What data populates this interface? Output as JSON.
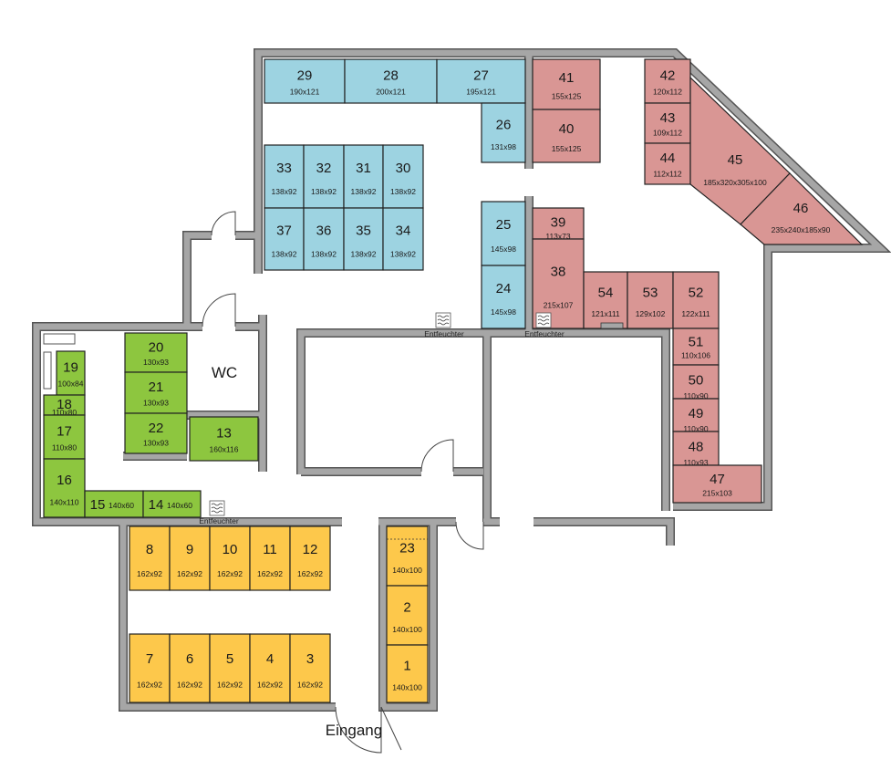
{
  "colors": {
    "blue": "#9dd3e1",
    "red": "#d99694",
    "green": "#8dc63f",
    "yellow": "#fdc84b",
    "wall": "#a6a6a6"
  },
  "labels": {
    "wc": "WC",
    "entrance": "Eingang",
    "dehumidifier": "Entfeuchter"
  },
  "units": [
    {
      "n": "29",
      "dims": "190x121",
      "group": "blue"
    },
    {
      "n": "28",
      "dims": "200x121",
      "group": "blue"
    },
    {
      "n": "27",
      "dims": "195x121",
      "group": "blue"
    },
    {
      "n": "26",
      "dims": "131x98",
      "group": "blue"
    },
    {
      "n": "33",
      "dims": "138x92",
      "group": "blue"
    },
    {
      "n": "32",
      "dims": "138x92",
      "group": "blue"
    },
    {
      "n": "31",
      "dims": "138x92",
      "group": "blue"
    },
    {
      "n": "30",
      "dims": "138x92",
      "group": "blue"
    },
    {
      "n": "37",
      "dims": "138x92",
      "group": "blue"
    },
    {
      "n": "36",
      "dims": "138x92",
      "group": "blue"
    },
    {
      "n": "35",
      "dims": "138x92",
      "group": "blue"
    },
    {
      "n": "34",
      "dims": "138x92",
      "group": "blue"
    },
    {
      "n": "25",
      "dims": "145x98",
      "group": "blue"
    },
    {
      "n": "24",
      "dims": "145x98",
      "group": "blue"
    },
    {
      "n": "41",
      "dims": "155x125",
      "group": "red"
    },
    {
      "n": "40",
      "dims": "155x125",
      "group": "red"
    },
    {
      "n": "42",
      "dims": "120x112",
      "group": "red"
    },
    {
      "n": "43",
      "dims": "109x112",
      "group": "red"
    },
    {
      "n": "44",
      "dims": "112x112",
      "group": "red"
    },
    {
      "n": "45",
      "dims": "185x320x305x100",
      "group": "red"
    },
    {
      "n": "46",
      "dims": "235x240x185x90",
      "group": "red"
    },
    {
      "n": "39",
      "dims": "113x73",
      "group": "red"
    },
    {
      "n": "38",
      "dims": "215x107",
      "group": "red"
    },
    {
      "n": "54",
      "dims": "121x111",
      "group": "red"
    },
    {
      "n": "53",
      "dims": "129x102",
      "group": "red"
    },
    {
      "n": "52",
      "dims": "122x111",
      "group": "red"
    },
    {
      "n": "51",
      "dims": "110x106",
      "group": "red"
    },
    {
      "n": "50",
      "dims": "110x90",
      "group": "red"
    },
    {
      "n": "49",
      "dims": "110x90",
      "group": "red"
    },
    {
      "n": "48",
      "dims": "110x93",
      "group": "red"
    },
    {
      "n": "47",
      "dims": "215x103",
      "group": "red"
    },
    {
      "n": "20",
      "dims": "130x93",
      "group": "green"
    },
    {
      "n": "21",
      "dims": "130x93",
      "group": "green"
    },
    {
      "n": "22",
      "dims": "130x93",
      "group": "green"
    },
    {
      "n": "13",
      "dims": "160x116",
      "group": "green"
    },
    {
      "n": "19",
      "dims": "100x84",
      "group": "green"
    },
    {
      "n": "18",
      "dims": "110x80",
      "group": "green"
    },
    {
      "n": "17",
      "dims": "110x80",
      "group": "green"
    },
    {
      "n": "16",
      "dims": "140x110",
      "group": "green"
    },
    {
      "n": "15",
      "dims": "140x60",
      "group": "green"
    },
    {
      "n": "14",
      "dims": "140x60",
      "group": "green"
    },
    {
      "n": "8",
      "dims": "162x92",
      "group": "yellow"
    },
    {
      "n": "9",
      "dims": "162x92",
      "group": "yellow"
    },
    {
      "n": "10",
      "dims": "162x92",
      "group": "yellow"
    },
    {
      "n": "11",
      "dims": "162x92",
      "group": "yellow"
    },
    {
      "n": "12",
      "dims": "162x92",
      "group": "yellow"
    },
    {
      "n": "7",
      "dims": "162x92",
      "group": "yellow"
    },
    {
      "n": "6",
      "dims": "162x92",
      "group": "yellow"
    },
    {
      "n": "5",
      "dims": "162x92",
      "group": "yellow"
    },
    {
      "n": "4",
      "dims": "162x92",
      "group": "yellow"
    },
    {
      "n": "3",
      "dims": "162x92",
      "group": "yellow"
    },
    {
      "n": "23",
      "dims": "140x100",
      "group": "yellow"
    },
    {
      "n": "2",
      "dims": "140x100",
      "group": "yellow"
    },
    {
      "n": "1",
      "dims": "140x100",
      "group": "yellow"
    }
  ]
}
